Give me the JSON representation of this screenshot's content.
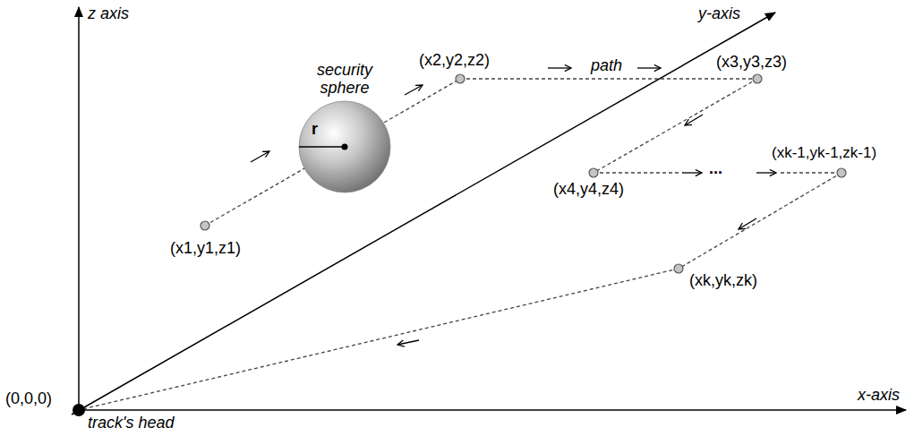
{
  "diagram": {
    "nodes": [
      {
        "text": [
          "security sphere",
          "r"
        ]
      }
    ],
    "labels": [
      "z axis",
      "y-axis",
      "x-axis",
      "(0,0,0)",
      "track's head",
      "(x1,y1,z1)",
      "(x2,y2,z2)",
      "path",
      "(x3,y3,z3)",
      "(x4,y4,z4)",
      "...",
      "(xk-1,yk-1,zk-1)",
      "(xk,yk,zk)"
    ]
  }
}
